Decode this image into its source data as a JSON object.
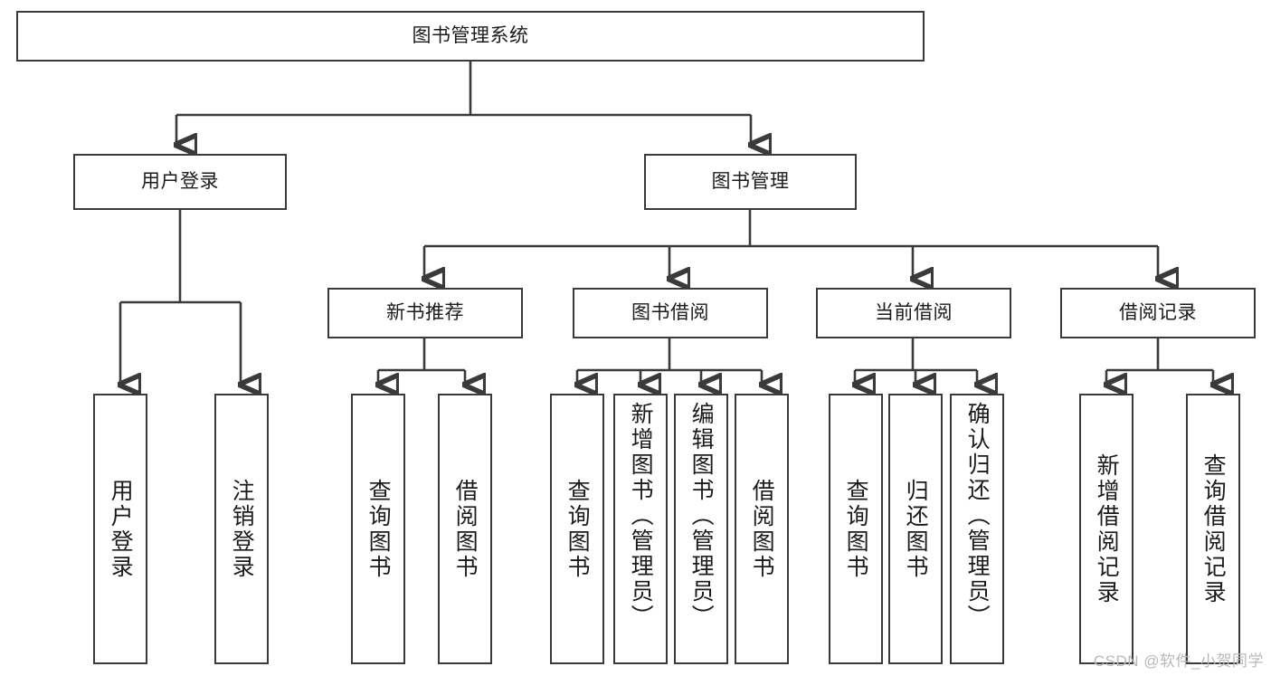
{
  "diagram": {
    "type": "tree-hierarchy",
    "title": "图书管理系统",
    "watermark": "CSDN @软件_小贺同学",
    "colors": {
      "stroke": "#3a3a3a",
      "box_fill": "#ffffff",
      "text": "#1b1b1b",
      "watermark": "#b9b9b9",
      "background": "#ffffff"
    },
    "root": {
      "label": "图书管理系统"
    },
    "level2": [
      {
        "label": "用户登录"
      },
      {
        "label": "图书管理"
      }
    ],
    "level3": [
      {
        "label": "新书推荐"
      },
      {
        "label": "图书借阅"
      },
      {
        "label": "当前借阅"
      },
      {
        "label": "借阅记录"
      }
    ],
    "leaves": {
      "user_login": [
        {
          "label": "用户登录"
        },
        {
          "label": "注销登录"
        }
      ],
      "new_book_recommend": [
        {
          "label": "查询图书"
        },
        {
          "label": "借阅图书"
        }
      ],
      "book_borrow": [
        {
          "label": "查询图书"
        },
        {
          "label": "新增图书（管理员）"
        },
        {
          "label": "编辑图书（管理员）"
        },
        {
          "label": "借阅图书"
        }
      ],
      "current_borrow": [
        {
          "label": "查询图书"
        },
        {
          "label": "归还图书"
        },
        {
          "label": "确认归还（管理员）"
        }
      ],
      "borrow_record": [
        {
          "label": "新增借阅记录"
        },
        {
          "label": "查询借阅记录"
        }
      ]
    }
  }
}
